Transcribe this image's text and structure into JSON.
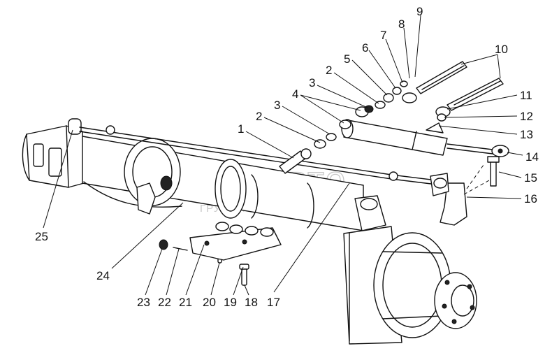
{
  "watermark": {
    "brand": "белавто",
    "tagline": "ГРУППА КОМПАНИЙ"
  },
  "callouts": [
    {
      "id": "c1",
      "text": "1"
    },
    {
      "id": "c2a",
      "text": "2"
    },
    {
      "id": "c3a",
      "text": "3"
    },
    {
      "id": "c4",
      "text": "4"
    },
    {
      "id": "c3b",
      "text": "3"
    },
    {
      "id": "c2b",
      "text": "2"
    },
    {
      "id": "c5",
      "text": "5"
    },
    {
      "id": "c6",
      "text": "6"
    },
    {
      "id": "c7",
      "text": "7"
    },
    {
      "id": "c8",
      "text": "8"
    },
    {
      "id": "c9",
      "text": "9"
    },
    {
      "id": "c10",
      "text": "10"
    },
    {
      "id": "c11",
      "text": "11"
    },
    {
      "id": "c12",
      "text": "12"
    },
    {
      "id": "c13",
      "text": "13"
    },
    {
      "id": "c14",
      "text": "14"
    },
    {
      "id": "c15",
      "text": "15"
    },
    {
      "id": "c16",
      "text": "16"
    },
    {
      "id": "c17",
      "text": "17"
    },
    {
      "id": "c18",
      "text": "18"
    },
    {
      "id": "c19",
      "text": "19"
    },
    {
      "id": "c20",
      "text": "20"
    },
    {
      "id": "c21",
      "text": "21"
    },
    {
      "id": "c22",
      "text": "22"
    },
    {
      "id": "c23",
      "text": "23"
    },
    {
      "id": "c24",
      "text": "24"
    },
    {
      "id": "c25",
      "text": "25"
    }
  ]
}
